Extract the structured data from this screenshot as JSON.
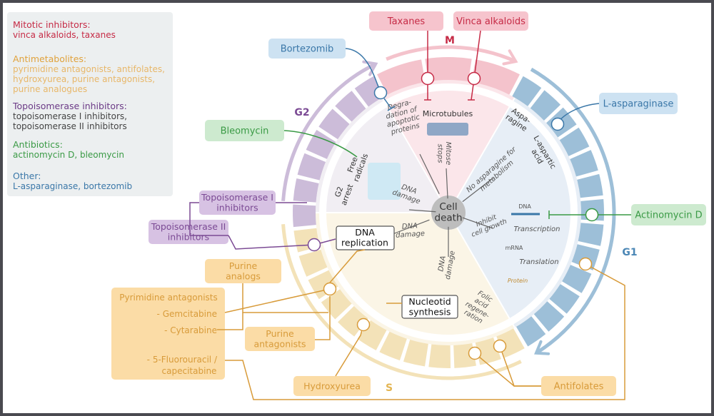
{
  "legend": [
    {
      "title": "Mitotic inhibitors:",
      "body": "vinca alkaloids, taxanes",
      "title_color": "#c62b46",
      "body_color": "#c62b46"
    },
    {
      "title": "Antimetabolites:",
      "body": "pyrimidine  antagonists, antifolates,\nhydroxyurea, purine antagonists,\npurine analogues",
      "title_color": "#e0a23c",
      "body_color": "#e8b769"
    },
    {
      "title": "Topoisomerase inhibitors:",
      "body": "topoisomerase I inhibitors,\ntopoisomerase II inhibitors",
      "title_color": "#6b3a86",
      "body_color": "#444444"
    },
    {
      "title": "Antibiotics:",
      "body": "actinomycin D, bleomycin",
      "title_color": "#3a9a45",
      "body_color": "#3a9a45"
    },
    {
      "title": "Other:",
      "body": "L-asparaginase, bortezomib",
      "title_color": "#3a77a8",
      "body_color": "#3a77a8"
    }
  ],
  "phases": {
    "m": "M",
    "g1": "G1",
    "s": "S",
    "g2": "G2"
  },
  "drugs": {
    "taxanes": "Taxanes",
    "vinca": "Vinca alkaloids",
    "bortezomib": "Bortezomib",
    "l_asparaginase": "L-asparaginase",
    "bleomycin": "Bleomycin",
    "topo1": "Topoisomerase I\ninhibitors",
    "topo2": "Topoisomerase II\ninhibitors",
    "actinomycin": "Actinomycin D",
    "purine_analogs": "Purine\nanalogs",
    "pyrimidine": "Pyrimidine antagonists\n- Gemcitabine\n- Cytarabine",
    "pyrimidine_lines": [
      "Pyrimidine antagonists",
      "- Gemcitabine",
      "- Cytarabine",
      "- 5-Fluorouracil /",
      "capecitabine"
    ],
    "purine_antagonists": "Purine\nantagonists",
    "hydroxyurea": "Hydroxyurea",
    "antifolates": "Antifolates"
  },
  "center": {
    "cell_death": "Cell\ndeath"
  },
  "inner": {
    "dna_replication": "DNA\nreplication",
    "nucleotide_synthesis": "Nucleotid\nsynthesis",
    "microtubules": "Microtubules",
    "degradation": "Degra-\ndation of\napoptotic\nproteins",
    "mitose_stops": "Mitose\nstops",
    "asparagine": "Aspa-\nragine",
    "l_aspartic": "L-aspartic\nacid",
    "no_asparagine": "No asparagine for\nmetabolism",
    "free_radicals": "Free\nradicals",
    "g2_arrest": "G2\narrest",
    "dna_damage": "DNA\ndamage",
    "dna": "DNA",
    "transcription": "Transcription",
    "mrna": "mRNA",
    "translation": "Translation",
    "protein": "Protein",
    "inhibit_growth": "Inhibit\ncell growth",
    "folic": "Folic\nacid\nregene-\nration"
  },
  "colors": {
    "m": "#f4c3cc",
    "m_dark": "#c62b46",
    "m_light": "#fbe6ea",
    "g1": "#9dbfd8",
    "g1_dark": "#4a86b5",
    "g1_light": "#e7eef6",
    "s": "#f3e2b8",
    "s_dark": "#e3b552",
    "s_light": "#fbf5e6",
    "g2": "#ccbcd9",
    "g2_dark": "#8a6aa8",
    "g2_light": "#f0f0f0",
    "purple": "#7b4a94",
    "purple_box": "#d7c2e3",
    "green": "#3a9a45",
    "green_box": "#cdeacf",
    "blue": "#3a77a8",
    "blue_box": "#cde2f2",
    "red": "#c62b46",
    "red_box": "#f6c4cd",
    "orange": "#d89b3a",
    "orange_box": "#fbdca6"
  }
}
